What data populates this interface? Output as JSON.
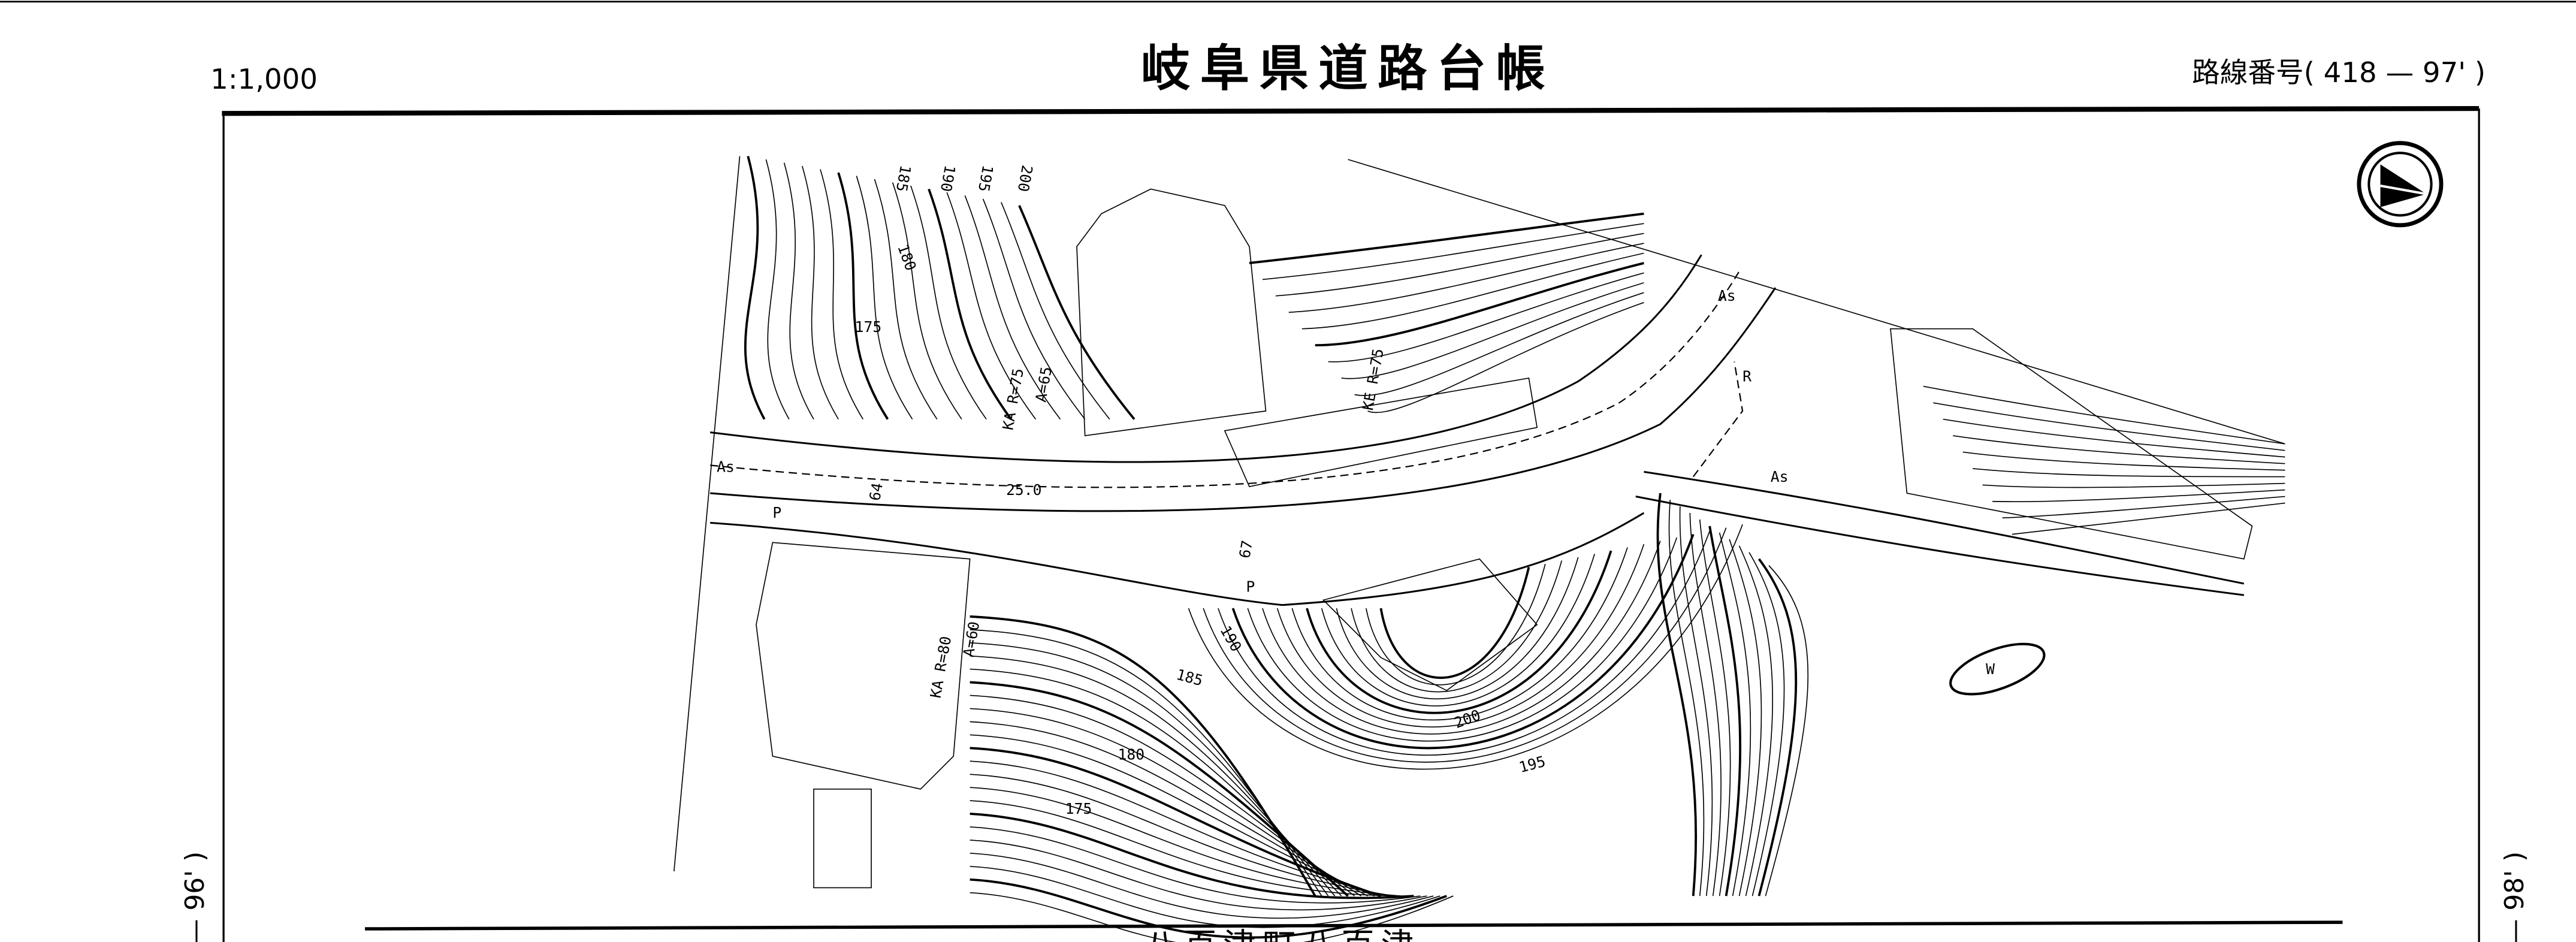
{
  "header": {
    "scale": "1:1,000",
    "title": "岐阜県道路台帳",
    "route_number": "路線番号( 418 — 97' )"
  },
  "side_labels": {
    "left": "— 96' )",
    "right": "— 98' )"
  },
  "footer": {
    "location": "八百津町八百津"
  },
  "map": {
    "road_surface": "As",
    "curve_labels": [
      "KA R=75",
      "A=65",
      "KE R=75",
      "KA R=80",
      "A=60"
    ],
    "dimension": "25.0",
    "station_labels": [
      "64",
      "67",
      "R",
      "P",
      "P",
      "W"
    ],
    "contour_labels": [
      "185",
      "190",
      "195",
      "200",
      "180",
      "175",
      "185",
      "180",
      "175",
      "190",
      "200",
      "195"
    ]
  }
}
